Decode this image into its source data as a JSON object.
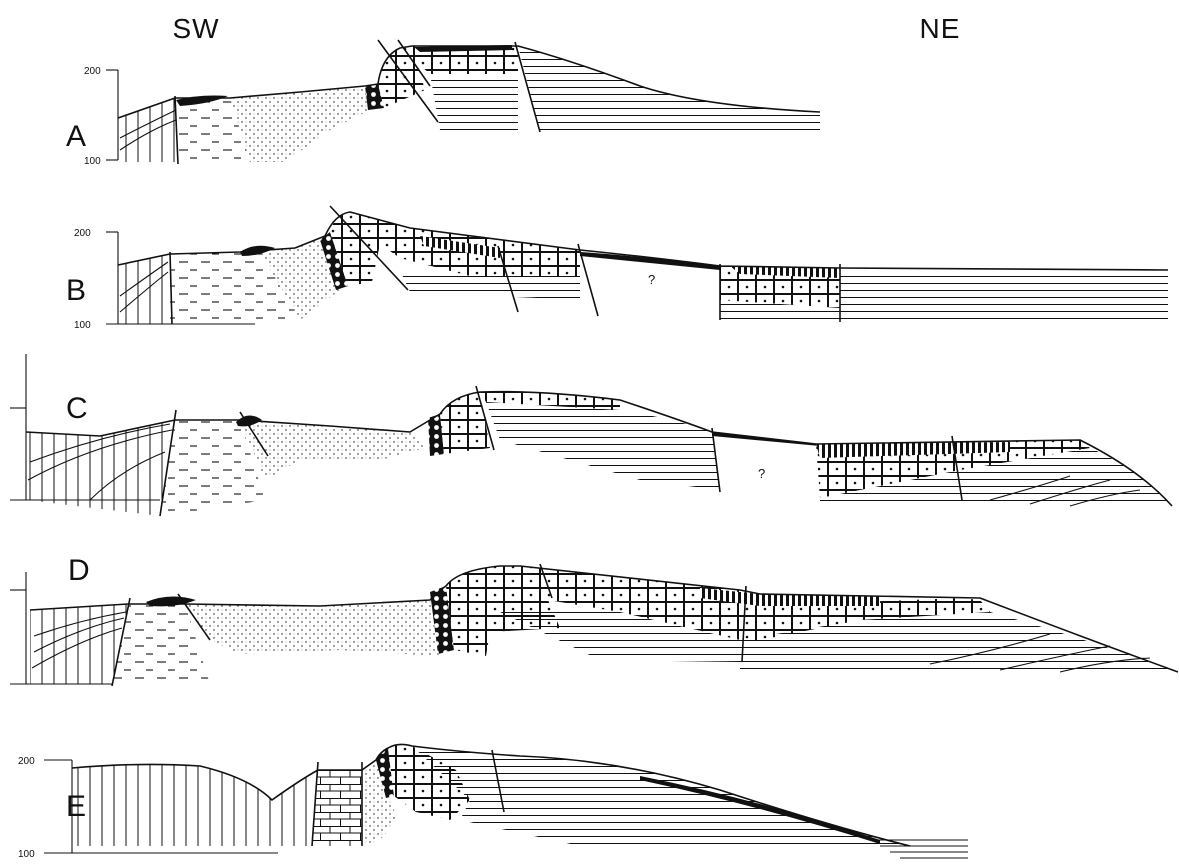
{
  "orientation": {
    "left": "SW",
    "right": "NE"
  },
  "sections": [
    {
      "id": "A",
      "label": "A",
      "scale_top": "200",
      "scale_bottom": "100",
      "query": ""
    },
    {
      "id": "B",
      "label": "B",
      "scale_top": "200",
      "scale_bottom": "100",
      "query": "?"
    },
    {
      "id": "C",
      "label": "C",
      "scale_top": "",
      "scale_bottom": "",
      "query": "?"
    },
    {
      "id": "D",
      "label": "D",
      "scale_top": "",
      "scale_bottom": "",
      "query": ""
    },
    {
      "id": "E",
      "label": "E",
      "scale_top": "200",
      "scale_bottom": "100",
      "query": ""
    }
  ],
  "patterns": {
    "ink": "#111111",
    "units": [
      "vertical-ruled basement",
      "dashed clay",
      "stippled sand",
      "horizontal-ruled beds",
      "brick limestone",
      "dotted block sandstone",
      "black cap",
      "conglomerate"
    ]
  }
}
